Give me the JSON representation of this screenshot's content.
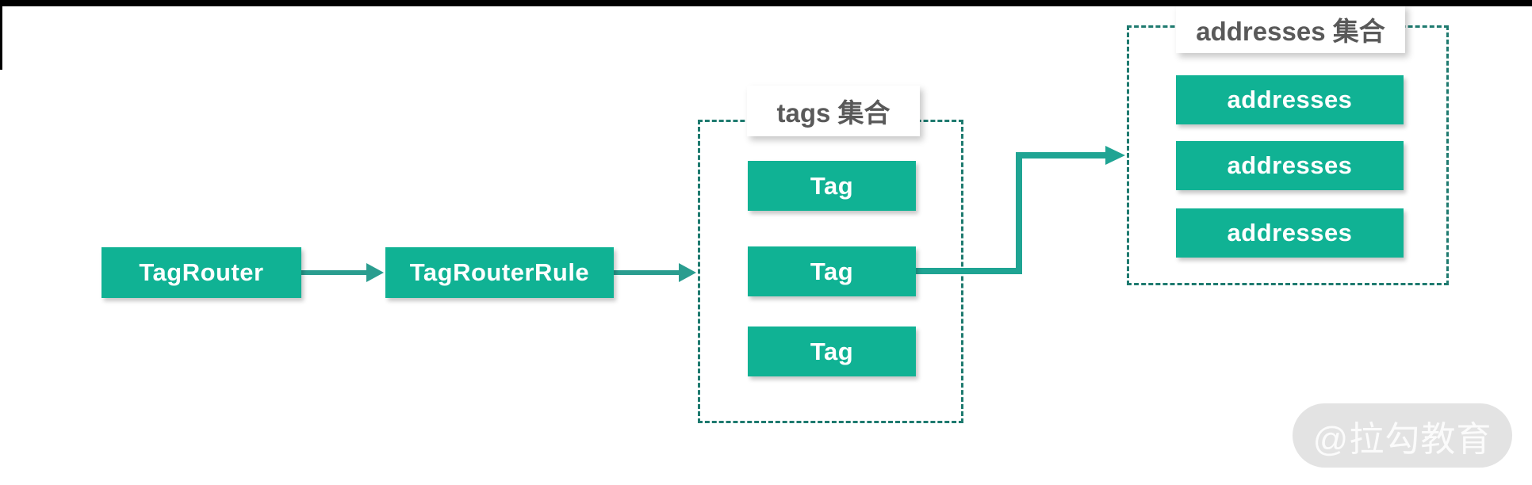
{
  "diagram": {
    "nodes": {
      "tag_router": {
        "label": "TagRouter"
      },
      "tag_router_rule": {
        "label": "TagRouterRule"
      }
    },
    "tags_group": {
      "title": "tags 集合",
      "items": [
        "Tag",
        "Tag",
        "Tag"
      ]
    },
    "addresses_group": {
      "title": "addresses 集合",
      "items": [
        "addresses",
        "addresses",
        "addresses"
      ]
    },
    "edges": [
      {
        "from": "TagRouter",
        "to": "TagRouterRule",
        "shape": "straight"
      },
      {
        "from": "TagRouterRule",
        "to": "tags 集合",
        "shape": "straight"
      },
      {
        "from": "Tag (middle)",
        "to": "addresses 集合",
        "shape": "elbow"
      }
    ]
  },
  "watermark": {
    "text": "@拉勾教育"
  },
  "colors": {
    "node_fill": "#10b294",
    "node_text": "#ffffff",
    "arrow": "#2a9d8f",
    "dashed_border": "#1e7a6f",
    "group_title_text": "#595959",
    "letterbox_bar": "#000000",
    "watermark_bg": "#e3e3e3",
    "watermark_text": "#fbfbfb",
    "background": "#ffffff"
  }
}
